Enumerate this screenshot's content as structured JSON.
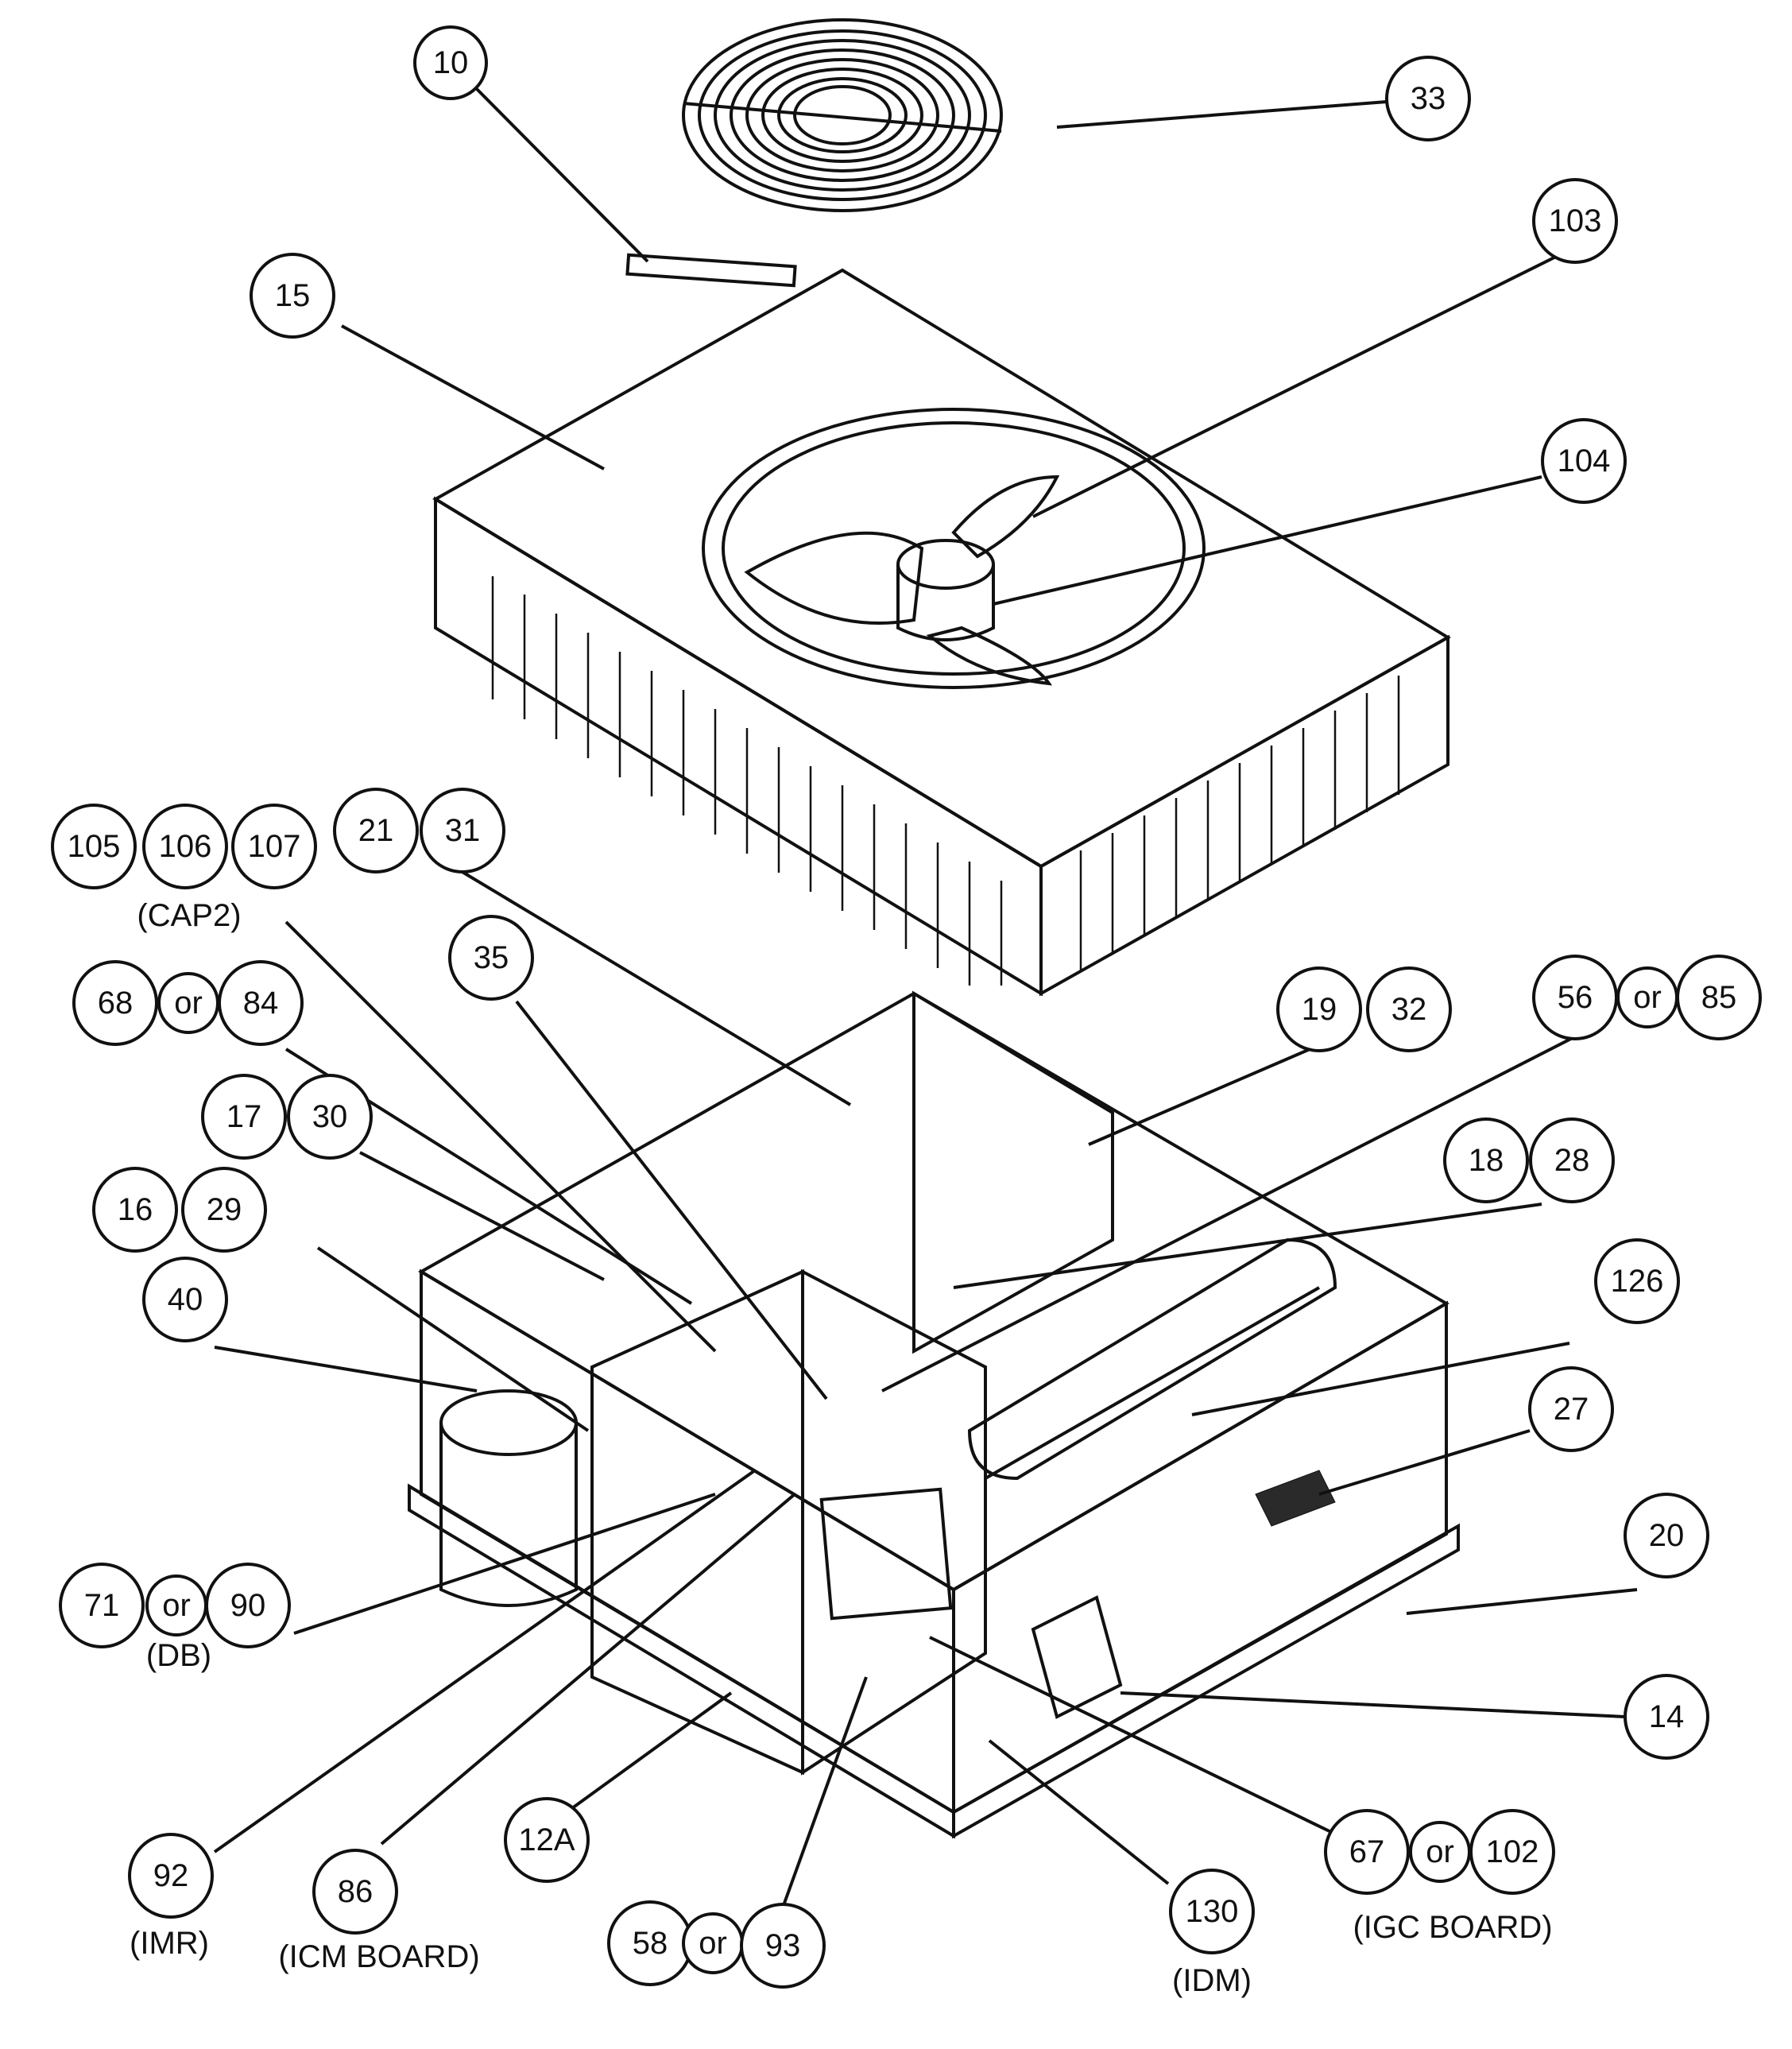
{
  "callouts": [
    {
      "id": "c10",
      "label": "10"
    },
    {
      "id": "c33",
      "label": "33"
    },
    {
      "id": "c103",
      "label": "103"
    },
    {
      "id": "c15",
      "label": "15"
    },
    {
      "id": "c104",
      "label": "104"
    },
    {
      "id": "c105",
      "label": "105"
    },
    {
      "id": "c106",
      "label": "106"
    },
    {
      "id": "c107",
      "label": "107"
    },
    {
      "id": "c21",
      "label": "21"
    },
    {
      "id": "c31",
      "label": "31"
    },
    {
      "id": "c35",
      "label": "35"
    },
    {
      "id": "c68",
      "label": "68"
    },
    {
      "id": "c68or",
      "label": "or"
    },
    {
      "id": "c84",
      "label": "84"
    },
    {
      "id": "c19",
      "label": "19"
    },
    {
      "id": "c32",
      "label": "32"
    },
    {
      "id": "c56",
      "label": "56"
    },
    {
      "id": "c56or",
      "label": "or"
    },
    {
      "id": "c85",
      "label": "85"
    },
    {
      "id": "c17",
      "label": "17"
    },
    {
      "id": "c30",
      "label": "30"
    },
    {
      "id": "c18",
      "label": "18"
    },
    {
      "id": "c28",
      "label": "28"
    },
    {
      "id": "c16",
      "label": "16"
    },
    {
      "id": "c29",
      "label": "29"
    },
    {
      "id": "c126",
      "label": "126"
    },
    {
      "id": "c40",
      "label": "40"
    },
    {
      "id": "c27",
      "label": "27"
    },
    {
      "id": "c20",
      "label": "20"
    },
    {
      "id": "c71",
      "label": "71"
    },
    {
      "id": "c71or",
      "label": "or"
    },
    {
      "id": "c90",
      "label": "90"
    },
    {
      "id": "c14",
      "label": "14"
    },
    {
      "id": "c92",
      "label": "92"
    },
    {
      "id": "c86",
      "label": "86"
    },
    {
      "id": "c12A",
      "label": "12A"
    },
    {
      "id": "c67",
      "label": "67"
    },
    {
      "id": "c67or",
      "label": "or"
    },
    {
      "id": "c102",
      "label": "102"
    },
    {
      "id": "c130",
      "label": "130"
    },
    {
      "id": "c58",
      "label": "58"
    },
    {
      "id": "c58or",
      "label": "or"
    },
    {
      "id": "c93",
      "label": "93"
    }
  ],
  "notes": [
    {
      "id": "n_cap2",
      "text": "(CAP2)"
    },
    {
      "id": "n_db",
      "text": "(DB)"
    },
    {
      "id": "n_imr",
      "text": "(IMR)"
    },
    {
      "id": "n_icm",
      "text": "(ICM BOARD)"
    },
    {
      "id": "n_igc",
      "text": "(IGC BOARD)"
    },
    {
      "id": "n_idm",
      "text": "(IDM)"
    }
  ]
}
